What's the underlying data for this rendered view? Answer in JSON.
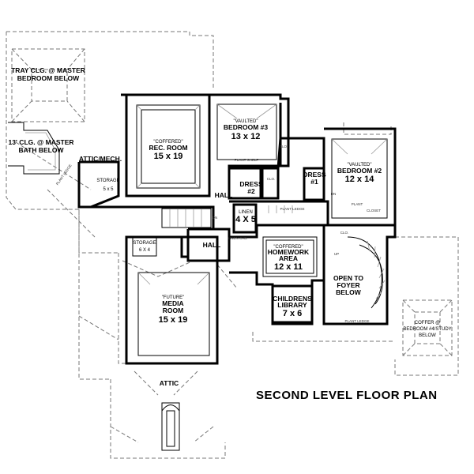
{
  "title": "SECOND LEVEL FLOOR PLAN",
  "labels": {
    "tray_clg": [
      "TRAY CLG. @ MASTER",
      "BEDROOM BELOW"
    ],
    "bath_clg": [
      "13' CLG. @ MASTER",
      "BATH BELOW"
    ],
    "attic_mech": "ATTIC/MECH.",
    "storage_top": "STORAGE",
    "storage_top_size": "5 x 5",
    "plant_ledge_left": "PLANT LEDGE",
    "rec_room": {
      "note": "\"COFFERED\"",
      "name": "REC. ROOM",
      "size": "15 x 19"
    },
    "bedroom3": {
      "note": "\"VAULTED\"",
      "name": "BEDROOM #3",
      "size": "13 x 12"
    },
    "bedroom2": {
      "note": "\"VAULTED\"",
      "name": "BEDROOM #2",
      "size": "12 x 14"
    },
    "dress2": [
      "DRESS",
      "#2"
    ],
    "dress1": [
      "DRESS",
      "#1"
    ],
    "hall1": "HALL",
    "hall2": "HALL",
    "linen": [
      "LINEN",
      "4 X 5"
    ],
    "homework": {
      "note": "\"COFFERED\"",
      "name": "HOMEWORK",
      "name2": "AREA",
      "size": "12 x 11"
    },
    "open_foyer": [
      "OPEN TO",
      "FOYER",
      "BELOW"
    ],
    "library": {
      "name": "CHILDRENS",
      "name2": "LIBRARY",
      "size": "7 x 6"
    },
    "storage_mid": "STORAGE",
    "storage_mid_size": "6 X 4",
    "media": {
      "note": "\"FUTURE\"",
      "name": "MEDIA",
      "name2": "ROOM",
      "size": "15 x 19"
    },
    "attic": "ATTIC",
    "coffer_bed4": [
      "COFFER @",
      "BEDROOM #4/STUDY",
      "BELOW"
    ],
    "small": {
      "clo1": "CLO.",
      "clo2": "CLO.",
      "clo3": "CLO.",
      "dn1": "DN",
      "dn2": "DN",
      "up": "UP",
      "plant_shelf": "PLANT SHELF",
      "linen_cab": "LINEN CAB.",
      "plant_ledge_bottom": "PLANT LEDGE",
      "plant_ledge_stair": "PLANT LEDGE",
      "plant_closet1": "PLANT",
      "plant_closet2": "CLOSET"
    }
  }
}
